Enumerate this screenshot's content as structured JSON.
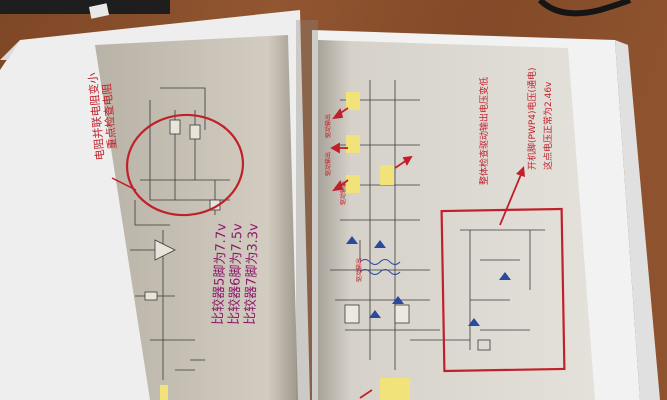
{
  "left_page": {
    "circle_note": "电阻并联电阻变小",
    "circle_note_line2": "重点检查电阻",
    "comparator_lines": [
      "比较器5脚为7.7v",
      "比较器6脚为7.5v",
      "比较器7脚为3.3v"
    ]
  },
  "right_page": {
    "side_labels": [
      "驱动输出",
      "驱动输出",
      "驱动输出",
      "驱动输出"
    ],
    "callout_top": "整体检查驱动输出电压变低",
    "callout_mid": "开机脚(PWP4)电压(通电)",
    "callout_low": "这点电压正常为2.46v"
  },
  "colors": {
    "desk": "#8a4f2c",
    "page_left": "#c9c2b5",
    "page_right": "#d8d4cc",
    "annotation_red": "#c0202a",
    "annotation_purple": "#8b1a6b",
    "highlight_yellow": "#f2e27a"
  }
}
